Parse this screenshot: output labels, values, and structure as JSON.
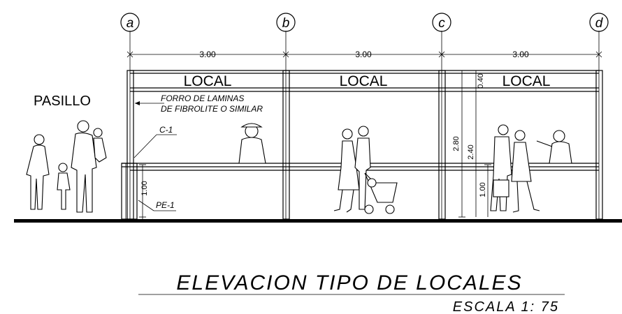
{
  "grid_labels": [
    "a",
    "b",
    "c",
    "d"
  ],
  "dimensions": {
    "span_ab": "3.00",
    "span_bc": "3.00",
    "span_cd": "3.00",
    "height_total": "2.80",
    "height_mid": "2.40",
    "height_top": "0.40",
    "height_counter_left": "1.00",
    "height_counter_right": "1.00"
  },
  "labels": {
    "corridor": "PASILLO",
    "local_1": "LOCAL",
    "local_2": "LOCAL",
    "local_3": "LOCAL",
    "ceiling_note_1": "FORRO DE LAMINAS",
    "ceiling_note_2": "DE FIBROLITE O SIMILAR",
    "column_tag": "C-1",
    "counter_tag": "PE-1"
  },
  "title": "ELEVACION  TIPO  DE  LOCALES",
  "scale": "ESCALA     1: 75"
}
